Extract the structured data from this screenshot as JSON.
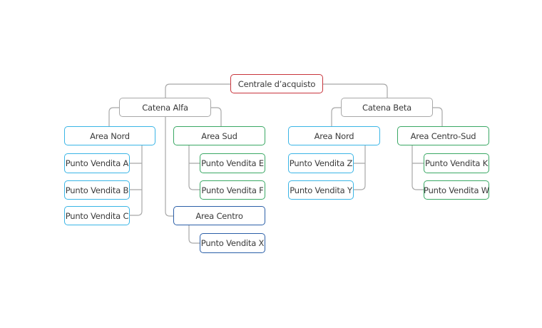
{
  "diagram": {
    "type": "organization-tree",
    "colors": {
      "root": "#c8343c",
      "chain": "#a8a8a8",
      "area_light_blue": "#3ab5e6",
      "area_green": "#3aa864",
      "area_dark_blue": "#2b5fa8",
      "connector": "#a8a8a8"
    },
    "root": {
      "label": "Centrale d’acquisto"
    },
    "chains": [
      {
        "label": "Catena Alfa",
        "areas": [
          {
            "label": "Area Nord",
            "color": "#3ab5e6",
            "stores": [
              "Punto Vendita A",
              "Punto Vendita B",
              "Punto Vendita C"
            ]
          },
          {
            "label": "Area Sud",
            "color": "#3aa864",
            "stores": [
              "Punto Vendita E",
              "Punto Vendita F"
            ]
          },
          {
            "label": "Area Centro",
            "color": "#2b5fa8",
            "stores": [
              "Punto Vendita X"
            ]
          }
        ]
      },
      {
        "label": "Catena Beta",
        "areas": [
          {
            "label": "Area Nord",
            "color": "#3ab5e6",
            "stores": [
              "Punto Vendita Z",
              "Punto Vendita Y"
            ]
          },
          {
            "label": "Area Centro-Sud",
            "color": "#3aa864",
            "stores": [
              "Punto Vendita K",
              "Punto Vendita W"
            ]
          }
        ]
      }
    ]
  }
}
